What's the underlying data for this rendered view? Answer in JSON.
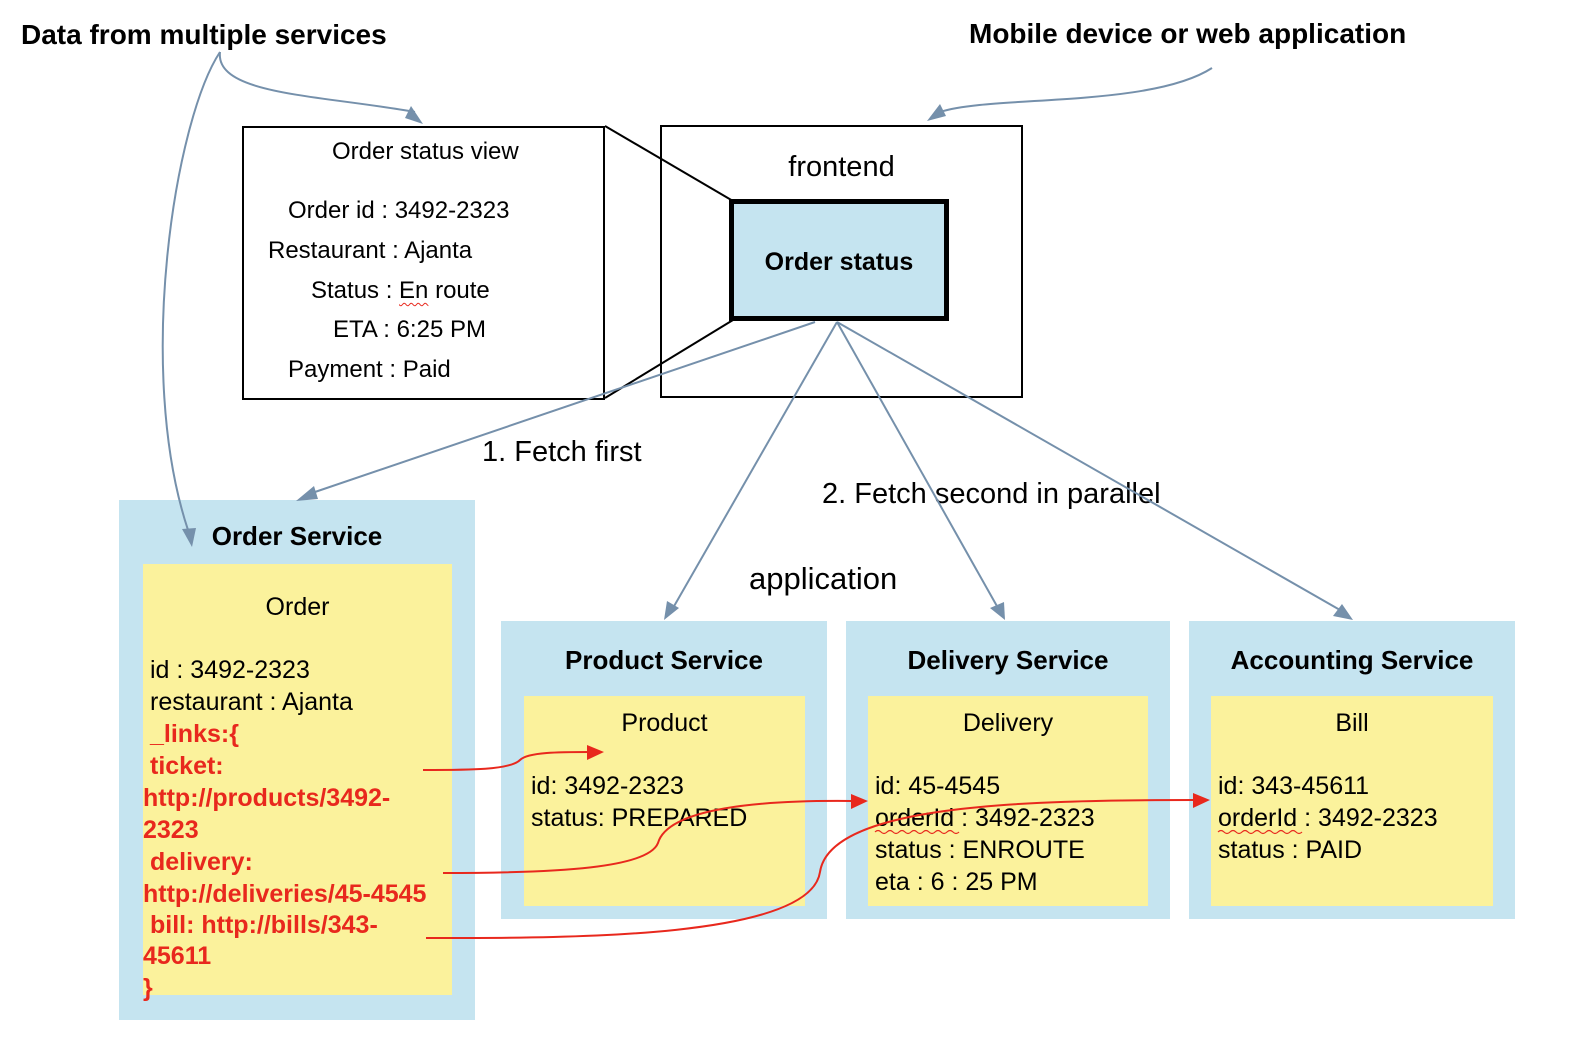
{
  "top_labels": {
    "left": "Data from multiple services",
    "right": "Mobile device or web application"
  },
  "order_status_view": {
    "title": "Order status view",
    "rows": [
      {
        "label": "Order id :",
        "value": "3492-2323"
      },
      {
        "label": "Restaurant :",
        "value": "Ajanta"
      },
      {
        "label": "Status :",
        "value_underlined": "En",
        "value": "route"
      },
      {
        "label": "ETA :",
        "value": "6:25 PM"
      },
      {
        "label": "Payment :",
        "value": "Paid"
      }
    ]
  },
  "frontend": {
    "title": "frontend",
    "component": "Order status"
  },
  "fetch_labels": {
    "first": "1. Fetch first",
    "second": "2. Fetch second in parallel",
    "application": "application"
  },
  "order_service": {
    "title": "Order Service",
    "note_title": "Order",
    "lines": [
      "id : 3492-2323",
      "restaurant : Ajanta"
    ],
    "links_lines": [
      "_links:{",
      "ticket:",
      "http://products/3492-",
      "2323",
      "delivery:",
      "http://deliveries/45-4545",
      "bill: http://bills/343-",
      "45611",
      "}"
    ]
  },
  "product_service": {
    "title": "Product Service",
    "note_title": "Product",
    "lines": [
      "id: 3492-2323",
      "status: PREPARED"
    ]
  },
  "delivery_service": {
    "title": "Delivery Service",
    "note_title": "Delivery",
    "lines": [
      "id: 45-4545",
      "orderId : 3492-2323",
      "status : ENROUTE",
      "eta : 6 : 25 PM"
    ]
  },
  "accounting_service": {
    "title": "Accounting Service",
    "note_title": "Bill",
    "lines": [
      "id: 343-45611",
      "orderId : 3492-2323",
      "status : PAID"
    ]
  },
  "colors": {
    "service_bg": "#c5e4f0",
    "note_bg": "#fbf29c",
    "link_red": "#e8281d",
    "arrow_blue": "#7590ab"
  }
}
